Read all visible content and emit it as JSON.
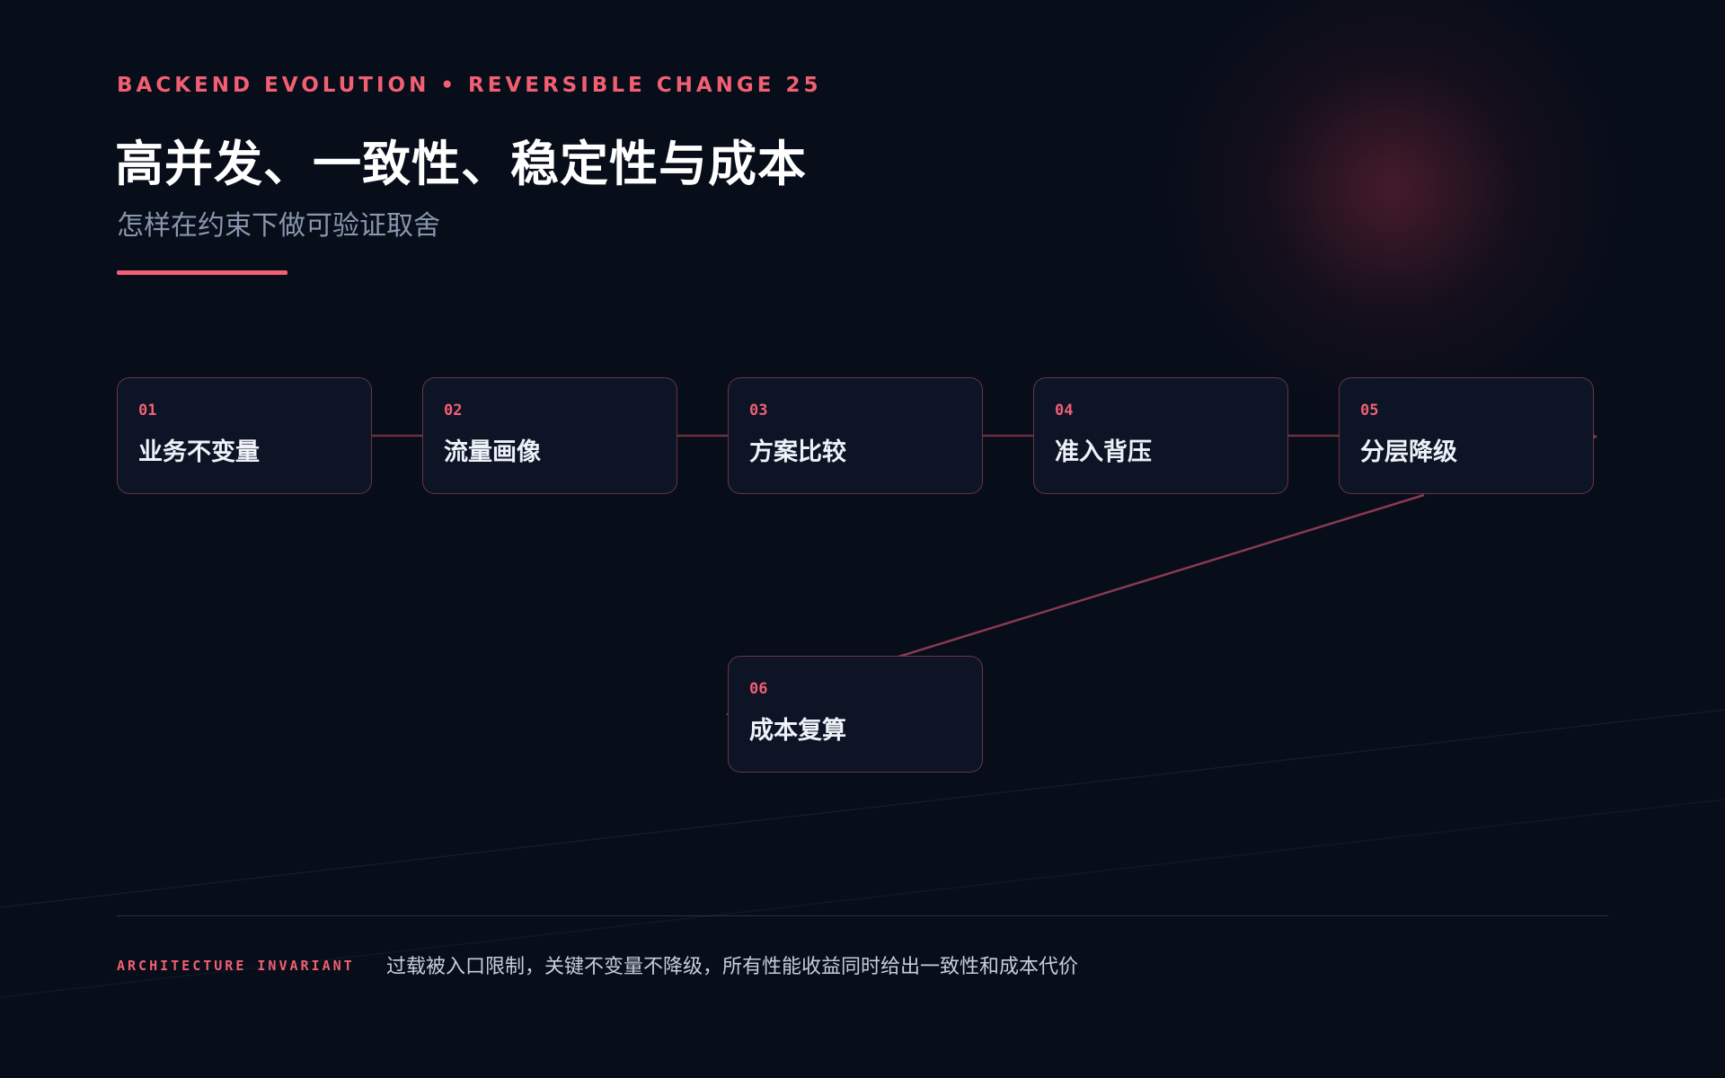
{
  "header": {
    "eyebrow": "BACKEND EVOLUTION • REVERSIBLE CHANGE 25",
    "title": "高并发、一致性、稳定性与成本",
    "subtitle": "怎样在约束下做可验证取舍"
  },
  "flow": {
    "steps": [
      {
        "num": "01",
        "label": "业务不变量"
      },
      {
        "num": "02",
        "label": "流量画像"
      },
      {
        "num": "03",
        "label": "方案比较"
      },
      {
        "num": "04",
        "label": "准入背压"
      },
      {
        "num": "05",
        "label": "分层降级"
      },
      {
        "num": "06",
        "label": "成本复算"
      }
    ]
  },
  "footer": {
    "tag": "ARCHITECTURE INVARIANT",
    "text": "过载被入口限制，关键不变量不降级，所有性能收益同时给出一致性和成本代价"
  },
  "colors": {
    "background": "#070d19",
    "accent": "#f25f72",
    "card_bg": "#0c1426",
    "title": "#ffffff",
    "subtitle": "#8896ad"
  }
}
